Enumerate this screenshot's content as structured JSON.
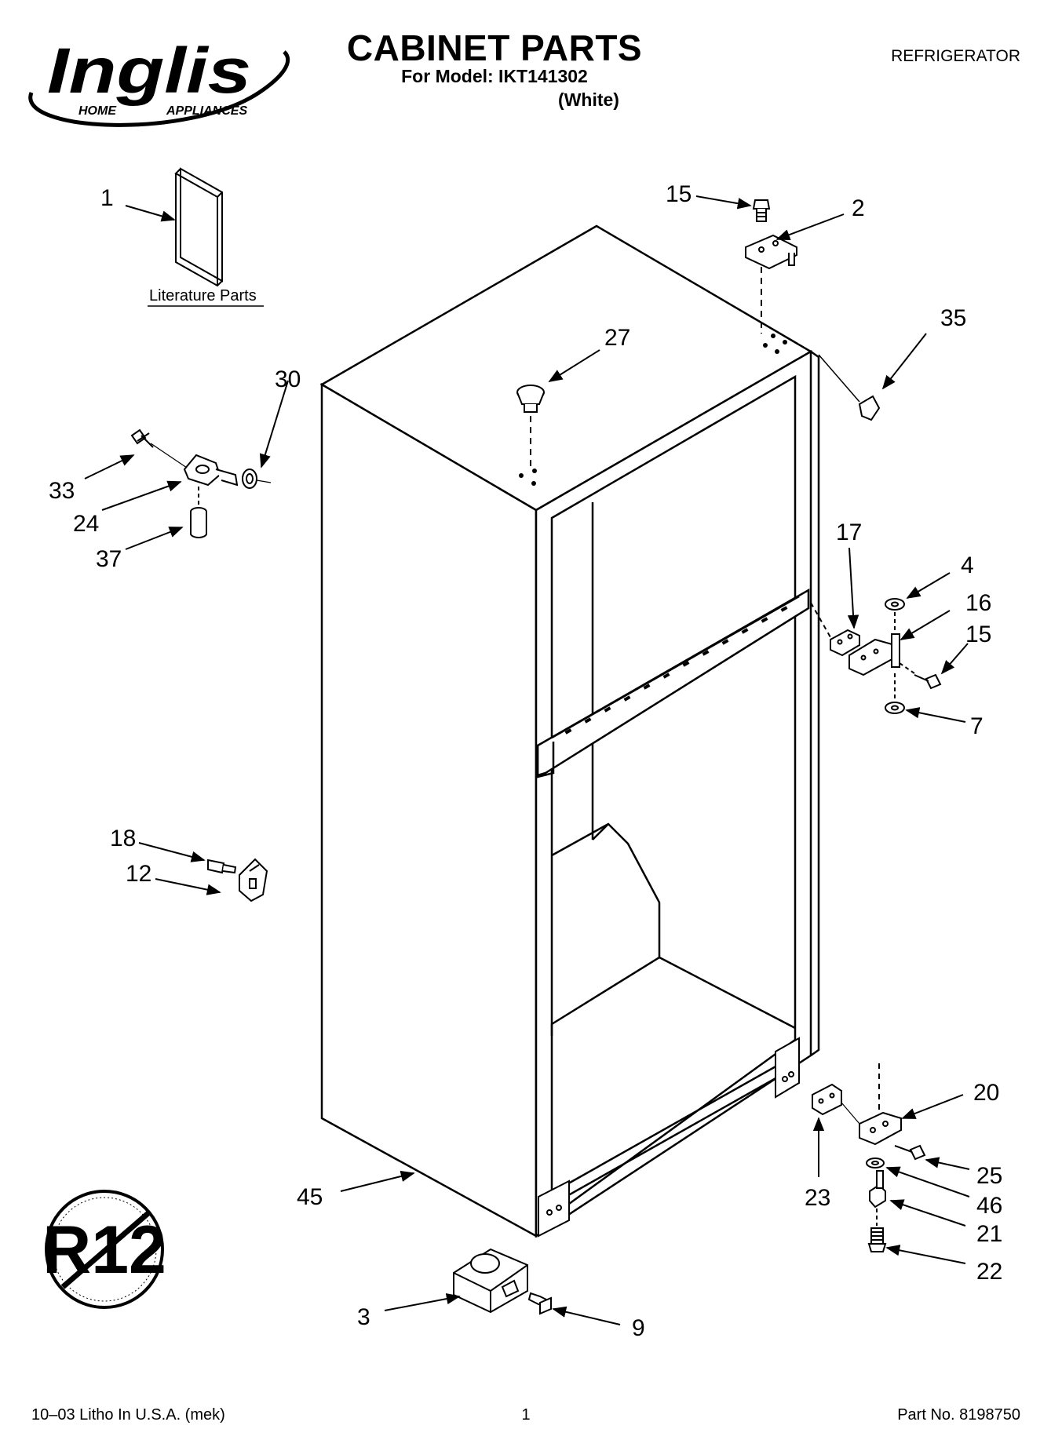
{
  "header": {
    "brand": "Inglis",
    "brand_sub_left": "HOME",
    "brand_sub_right": "APPLIANCES",
    "title": "CABINET PARTS",
    "model_line": "For Model: IKT141302",
    "color_line": "(White)",
    "category": "REFRIGERATOR"
  },
  "diagram": {
    "literature_caption": "Literature Parts",
    "r12_symbol": "R12",
    "callouts": {
      "c1": "1",
      "c2": "2",
      "c3": "3",
      "c4": "4",
      "c7": "7",
      "c9": "9",
      "c12": "12",
      "c15a": "15",
      "c15b": "15",
      "c16": "16",
      "c17": "17",
      "c18": "18",
      "c20": "20",
      "c21": "21",
      "c22": "22",
      "c23": "23",
      "c24": "24",
      "c25": "25",
      "c27": "27",
      "c30": "30",
      "c33": "33",
      "c35": "35",
      "c37": "37",
      "c45": "45",
      "c46": "46"
    }
  },
  "footer": {
    "print_info": "10–03 Litho In U.S.A. (mek)",
    "page": "1",
    "part_no": "Part No. 8198750"
  }
}
